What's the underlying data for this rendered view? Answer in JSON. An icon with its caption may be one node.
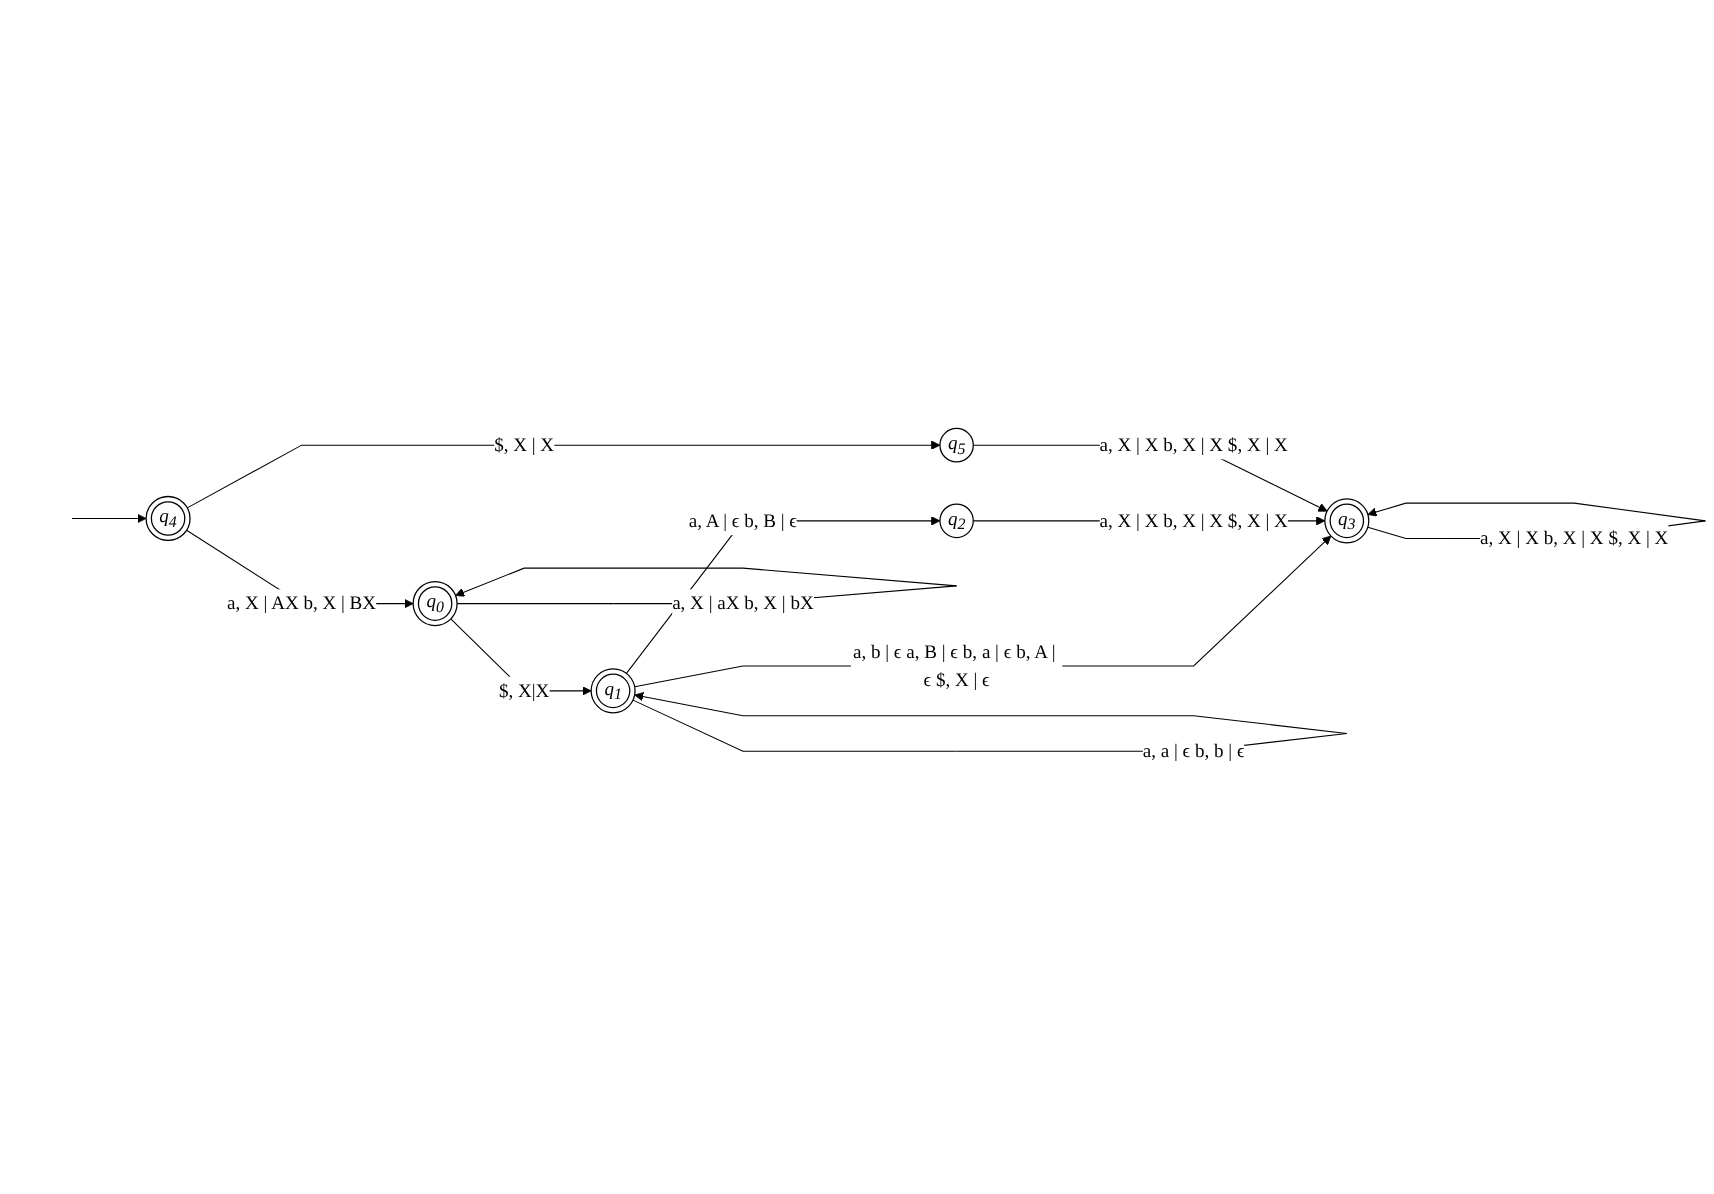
{
  "diagram": {
    "nodes": [
      {
        "text": [
          "q$_{4}$"
        ]
      },
      {
        "text": [
          "q$_{0}$"
        ]
      },
      {
        "text": [
          "q$_{1}$"
        ]
      },
      {
        "text": [
          "q$_{2}$"
        ]
      },
      {
        "text": [
          "q$_{5}$"
        ]
      },
      {
        "text": [
          "q$_{3}$"
        ]
      }
    ],
    "edges": [
      {
        "from": null,
        "to": 0,
        "arrow": "to"
      },
      {
        "from": 0,
        "to": 1,
        "arrow": "to",
        "label": "a, X | AX b, X | BX"
      },
      {
        "from": 1,
        "to": 1,
        "arrow": "to",
        "label": "a, X | aX b, X | bX"
      },
      {
        "from": 1,
        "to": 2,
        "arrow": "to",
        "label": "$, X|X"
      },
      {
        "from": 2,
        "to": 2,
        "arrow": "to",
        "label": "a, a | ϵ b, b | ϵ"
      },
      {
        "from": 2,
        "to": 3,
        "arrow": "to",
        "label": "a, A | ϵ b, B | ϵ"
      },
      {
        "from": 2,
        "to": 5,
        "arrow": "to",
        "label": "a, b | ϵ a, B | ϵ b, a | ϵ b, A | ϵ $, X | ϵ"
      },
      {
        "from": 3,
        "to": 5,
        "arrow": "to",
        "label": "a, X | X b, X | X $, X | X"
      },
      {
        "from": 0,
        "to": 4,
        "arrow": "to",
        "label": "$, X | X"
      },
      {
        "from": 4,
        "to": 5,
        "arrow": "to",
        "label": "a, X | X b, X | X $, X | X"
      },
      {
        "from": 5,
        "to": 5,
        "arrow": "to",
        "label": "a, X | X b, X | X $, X | X"
      }
    ]
  }
}
